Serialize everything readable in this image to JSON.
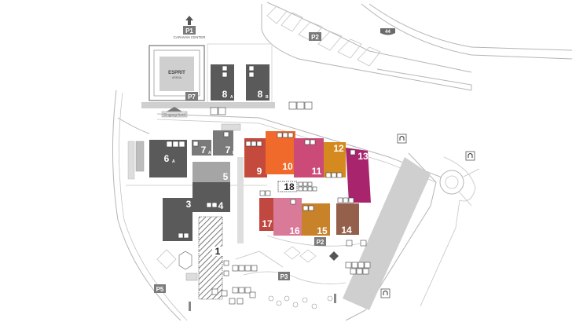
{
  "halls": [
    {
      "id": "1",
      "label": "1"
    },
    {
      "id": "3",
      "label": "3"
    },
    {
      "id": "4",
      "label": "4"
    },
    {
      "id": "5",
      "label": "5"
    },
    {
      "id": "6a",
      "label": "6",
      "sub": "A"
    },
    {
      "id": "7a",
      "label": "7",
      "sub": "A"
    },
    {
      "id": "7b",
      "label": "7",
      "sub": "B"
    },
    {
      "id": "8a",
      "label": "8",
      "sub": "A"
    },
    {
      "id": "8b",
      "label": "8",
      "sub": "B"
    },
    {
      "id": "9",
      "label": "9"
    },
    {
      "id": "10",
      "label": "10"
    },
    {
      "id": "11",
      "label": "11"
    },
    {
      "id": "12",
      "label": "12"
    },
    {
      "id": "13",
      "label": "13"
    },
    {
      "id": "14",
      "label": "14"
    },
    {
      "id": "15",
      "label": "15"
    },
    {
      "id": "16",
      "label": "16"
    },
    {
      "id": "17",
      "label": "17"
    },
    {
      "id": "18",
      "label": "18"
    }
  ],
  "parking": [
    {
      "id": "p1",
      "label": "P1"
    },
    {
      "id": "p2-top",
      "label": "P2"
    },
    {
      "id": "p7",
      "label": "P7"
    },
    {
      "id": "p2-center",
      "label": "P2"
    },
    {
      "id": "p3",
      "label": "P3"
    },
    {
      "id": "p5",
      "label": "P5"
    }
  ],
  "road_shield": "44",
  "caravan_label": "CARAVAN CENTER",
  "esprit": {
    "name": "ESPRIT",
    "sub": "ARENA"
  },
  "main_gate_label": "Eingang Nord",
  "colors": {
    "dark_gray": "#5a5a5a",
    "mid_gray": "#8a8a8a",
    "light_gray": "#c8c8c8",
    "hall9": "#c34a3c",
    "hall10": "#f06a2c",
    "hall11": "#cc4a78",
    "hall12": "#d48a1e",
    "hall13": "#a8246c",
    "hall14": "#94604c",
    "hall15": "#c8822a",
    "hall16": "#d87a98",
    "hall17": "#c04840"
  }
}
